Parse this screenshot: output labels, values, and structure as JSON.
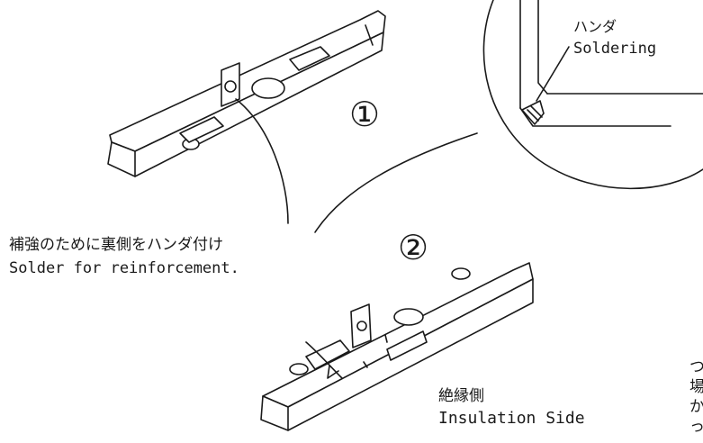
{
  "callouts": {
    "detail_jp": "ハンダ",
    "detail_en": "Soldering",
    "step_one": "①",
    "step_two": "②",
    "reinforce_jp": "補強のために裏側をハンダ付け",
    "reinforce_en": "Solder for reinforcement.",
    "insulation_jp": "絶縁側",
    "insulation_en": "Insulation Side",
    "cutoff_lines": [
      "つ",
      "場",
      "か",
      "っ"
    ]
  }
}
